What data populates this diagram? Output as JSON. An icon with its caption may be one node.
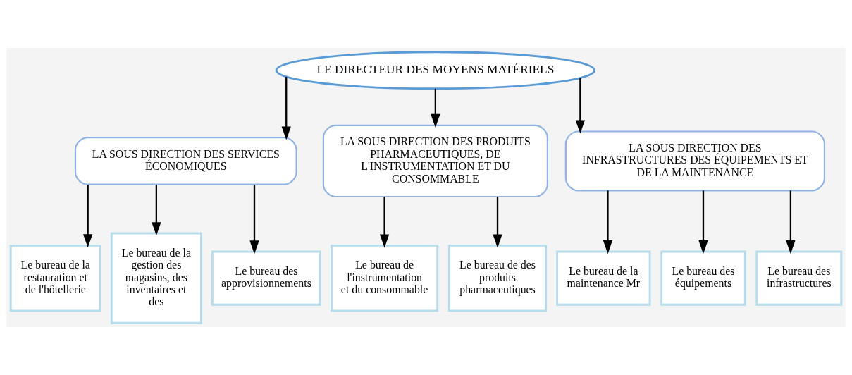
{
  "diagram": {
    "nodes": [
      {
        "text": [
          "LE DIRECTEUR DES MOYENS MATÉRIELS"
        ]
      },
      {
        "text": [
          "LA SOUS DIRECTION DES SERVICES ÉCONOMIQUES"
        ]
      },
      {
        "text": [
          "LA SOUS DIRECTION DES PRODUITS PHARMACEUTIQUES, DE L'INSTRUMENTATION ET DU CONSOMMABLE"
        ]
      },
      {
        "text": [
          "LA SOUS DIRECTION DES INFRASTRUCTURES DES ÉQUIPEMENTS ET DE LA MAINTENANCE"
        ]
      },
      {
        "text": [
          "Le bureau de la restauration et de l'hôtellerie"
        ]
      },
      {
        "text": [
          "Le bureau de la gestion des magasins, des inventaires et des"
        ]
      },
      {
        "text": [
          "Le bureau des approvisionnements"
        ]
      },
      {
        "text": [
          "Le bureau de l'instrumentation et du consommable"
        ]
      },
      {
        "text": [
          "Le bureau de des produits pharmaceutiques"
        ]
      },
      {
        "text": [
          "Le bureau de la maintenance Mr"
        ]
      },
      {
        "text": [
          "Le bureau des équipements"
        ]
      },
      {
        "text": [
          "Le bureau des infrastructures"
        ]
      }
    ],
    "edges": [
      {
        "from": 0,
        "to": 1,
        "arrow": "to"
      },
      {
        "from": 0,
        "to": 2,
        "arrow": "to"
      },
      {
        "from": 0,
        "to": 3,
        "arrow": "to"
      },
      {
        "from": 1,
        "to": 4,
        "arrow": "to"
      },
      {
        "from": 1,
        "to": 5,
        "arrow": "to"
      },
      {
        "from": 1,
        "to": 6,
        "arrow": "to"
      },
      {
        "from": 2,
        "to": 7,
        "arrow": "to"
      },
      {
        "from": 2,
        "to": 8,
        "arrow": "to"
      },
      {
        "from": 3,
        "to": 9,
        "arrow": "to"
      },
      {
        "from": 3,
        "to": 10,
        "arrow": "to"
      },
      {
        "from": 3,
        "to": 11,
        "arrow": "to"
      }
    ]
  }
}
